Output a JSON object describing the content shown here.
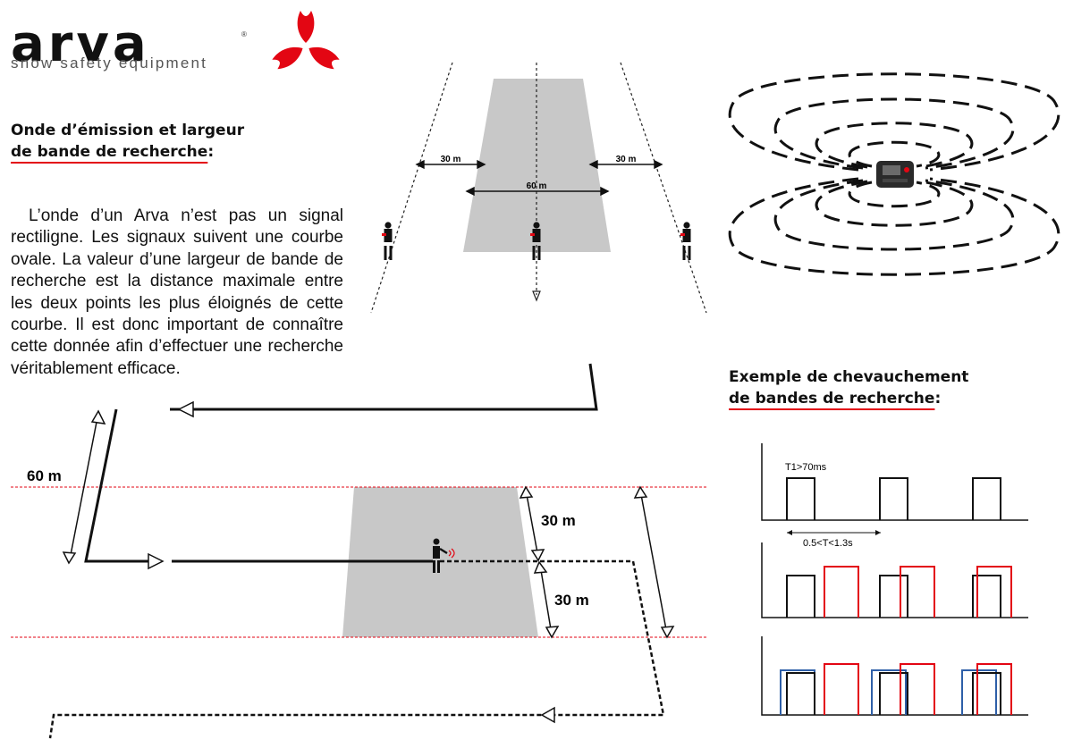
{
  "brand": {
    "wordmark": "arva",
    "registered": "®",
    "tagline": "snow safety equipment",
    "logo_color": "#e30613"
  },
  "section1": {
    "title_line1": "Onde d’émission et largeur",
    "title_line2": "de bande de recherche",
    "title_suffix": ":",
    "body": "L’onde d’un Arva n’est pas un signal rectiligne. Les signaux suivent une courbe ovale. La valeur d’une largeur de bande de recherche est la distance maximale entre les deux points les plus éloignés de cette courbe. Il est donc important de connaître cette donnée afin d’effectuer une recherche véritablement efficace."
  },
  "top_diagram": {
    "label_left": "30 m",
    "label_center": "60 m",
    "label_right": "30 m"
  },
  "bottom_diagram": {
    "label_60": "60 m",
    "label_30_top": "30 m",
    "label_30_bottom": "30 m",
    "guide_color": "#e30613"
  },
  "section2": {
    "title_line1": "Exemple de chevauchement",
    "title_line2": "de bandes de recherche",
    "title_suffix": ":"
  },
  "signal_chart": {
    "t1_label": "T1>70ms",
    "period_label": "0.5<T<1.3s",
    "series_colors": {
      "black": "#111111",
      "red": "#e30613",
      "blue": "#2e5fa8"
    }
  }
}
